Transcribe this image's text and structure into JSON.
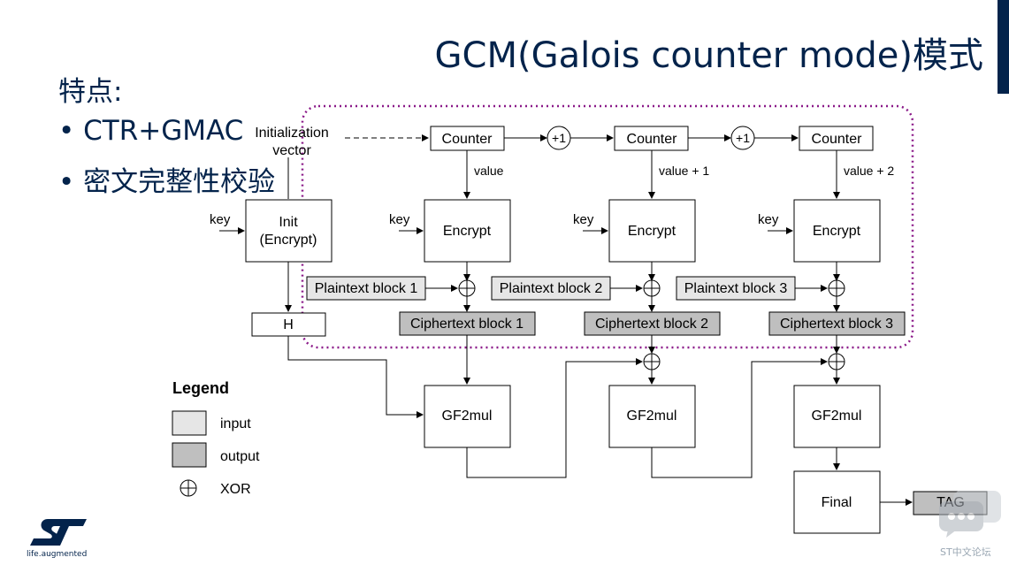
{
  "slide": {
    "title": "GCM(Galois counter mode)模式",
    "heading": "特点:",
    "bullets": [
      "• CTR+GMAC",
      "• 密文完整性校验"
    ]
  },
  "diagram": {
    "iv_label_line1": "Initialization",
    "iv_label_line2": "vector",
    "counter_label": "Counter",
    "increment_label": "+1",
    "value_labels": [
      "value",
      "value + 1",
      "value + 2"
    ],
    "key_label": "key",
    "init_line1": "Init",
    "init_line2": "(Encrypt)",
    "encrypt_label": "Encrypt",
    "h_label": "H",
    "plaintext_labels": [
      "Plaintext block 1",
      "Plaintext block 2",
      "Plaintext block 3"
    ],
    "ciphertext_labels": [
      "Ciphertext block 1",
      "Ciphertext block 2",
      "Ciphertext block 3"
    ],
    "gf2mul_label": "GF2mul",
    "final_label": "Final",
    "tag_label": "TAG",
    "xor_symbol": "⊕"
  },
  "legend": {
    "title": "Legend",
    "input_label": "input",
    "output_label": "output",
    "xor_label": "XOR"
  },
  "branding": {
    "logo_tagline": "life.augmented",
    "watermark_text": "ST中文论坛"
  },
  "colors": {
    "navy": "#03234b",
    "input_fill": "#e6e6e6",
    "output_fill": "#bfbfbf",
    "dotted_border": "#8b1a89"
  }
}
